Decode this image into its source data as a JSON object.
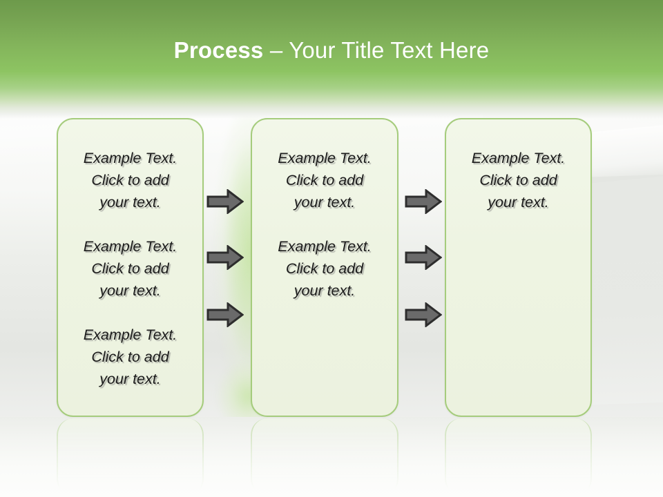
{
  "slide": {
    "title_bold": "Process",
    "title_separator": " – ",
    "title_rest": "Your Title Text Here",
    "theme": {
      "header_green_top": "#6d9a4b",
      "header_green_mid": "#8dc462",
      "box_fill": "#eef4e2",
      "box_border": "#a5cc7c",
      "arrow_fill": "#6a6a6a",
      "arrow_outline": "#2d2d2d",
      "title_color": "#ffffff",
      "body_text_color": "#1b1b1b"
    }
  },
  "columns": [
    {
      "name": "column-1",
      "paragraphs": [
        "Example Text.\nClick  to add\nyour text.",
        "Example Text.\nClick  to add\nyour text.",
        "Example Text.\nClick  to add\nyour text."
      ]
    },
    {
      "name": "column-2",
      "paragraphs": [
        "Example Text.\nClick  to add\nyour text.",
        "Example Text.\nClick  to add\nyour text."
      ]
    },
    {
      "name": "column-3",
      "paragraphs": [
        "Example Text.\nClick  to add\nyour text."
      ]
    }
  ],
  "arrows": [
    {
      "name": "arrow-col1-col2-row1",
      "icon": "right-arrow-icon"
    },
    {
      "name": "arrow-col1-col2-row2",
      "icon": "right-arrow-icon"
    },
    {
      "name": "arrow-col1-col2-row3",
      "icon": "right-arrow-icon"
    },
    {
      "name": "arrow-col2-col3-row1",
      "icon": "right-arrow-icon"
    },
    {
      "name": "arrow-col2-col3-row2",
      "icon": "right-arrow-icon"
    },
    {
      "name": "arrow-col2-col3-row3",
      "icon": "right-arrow-icon"
    }
  ]
}
